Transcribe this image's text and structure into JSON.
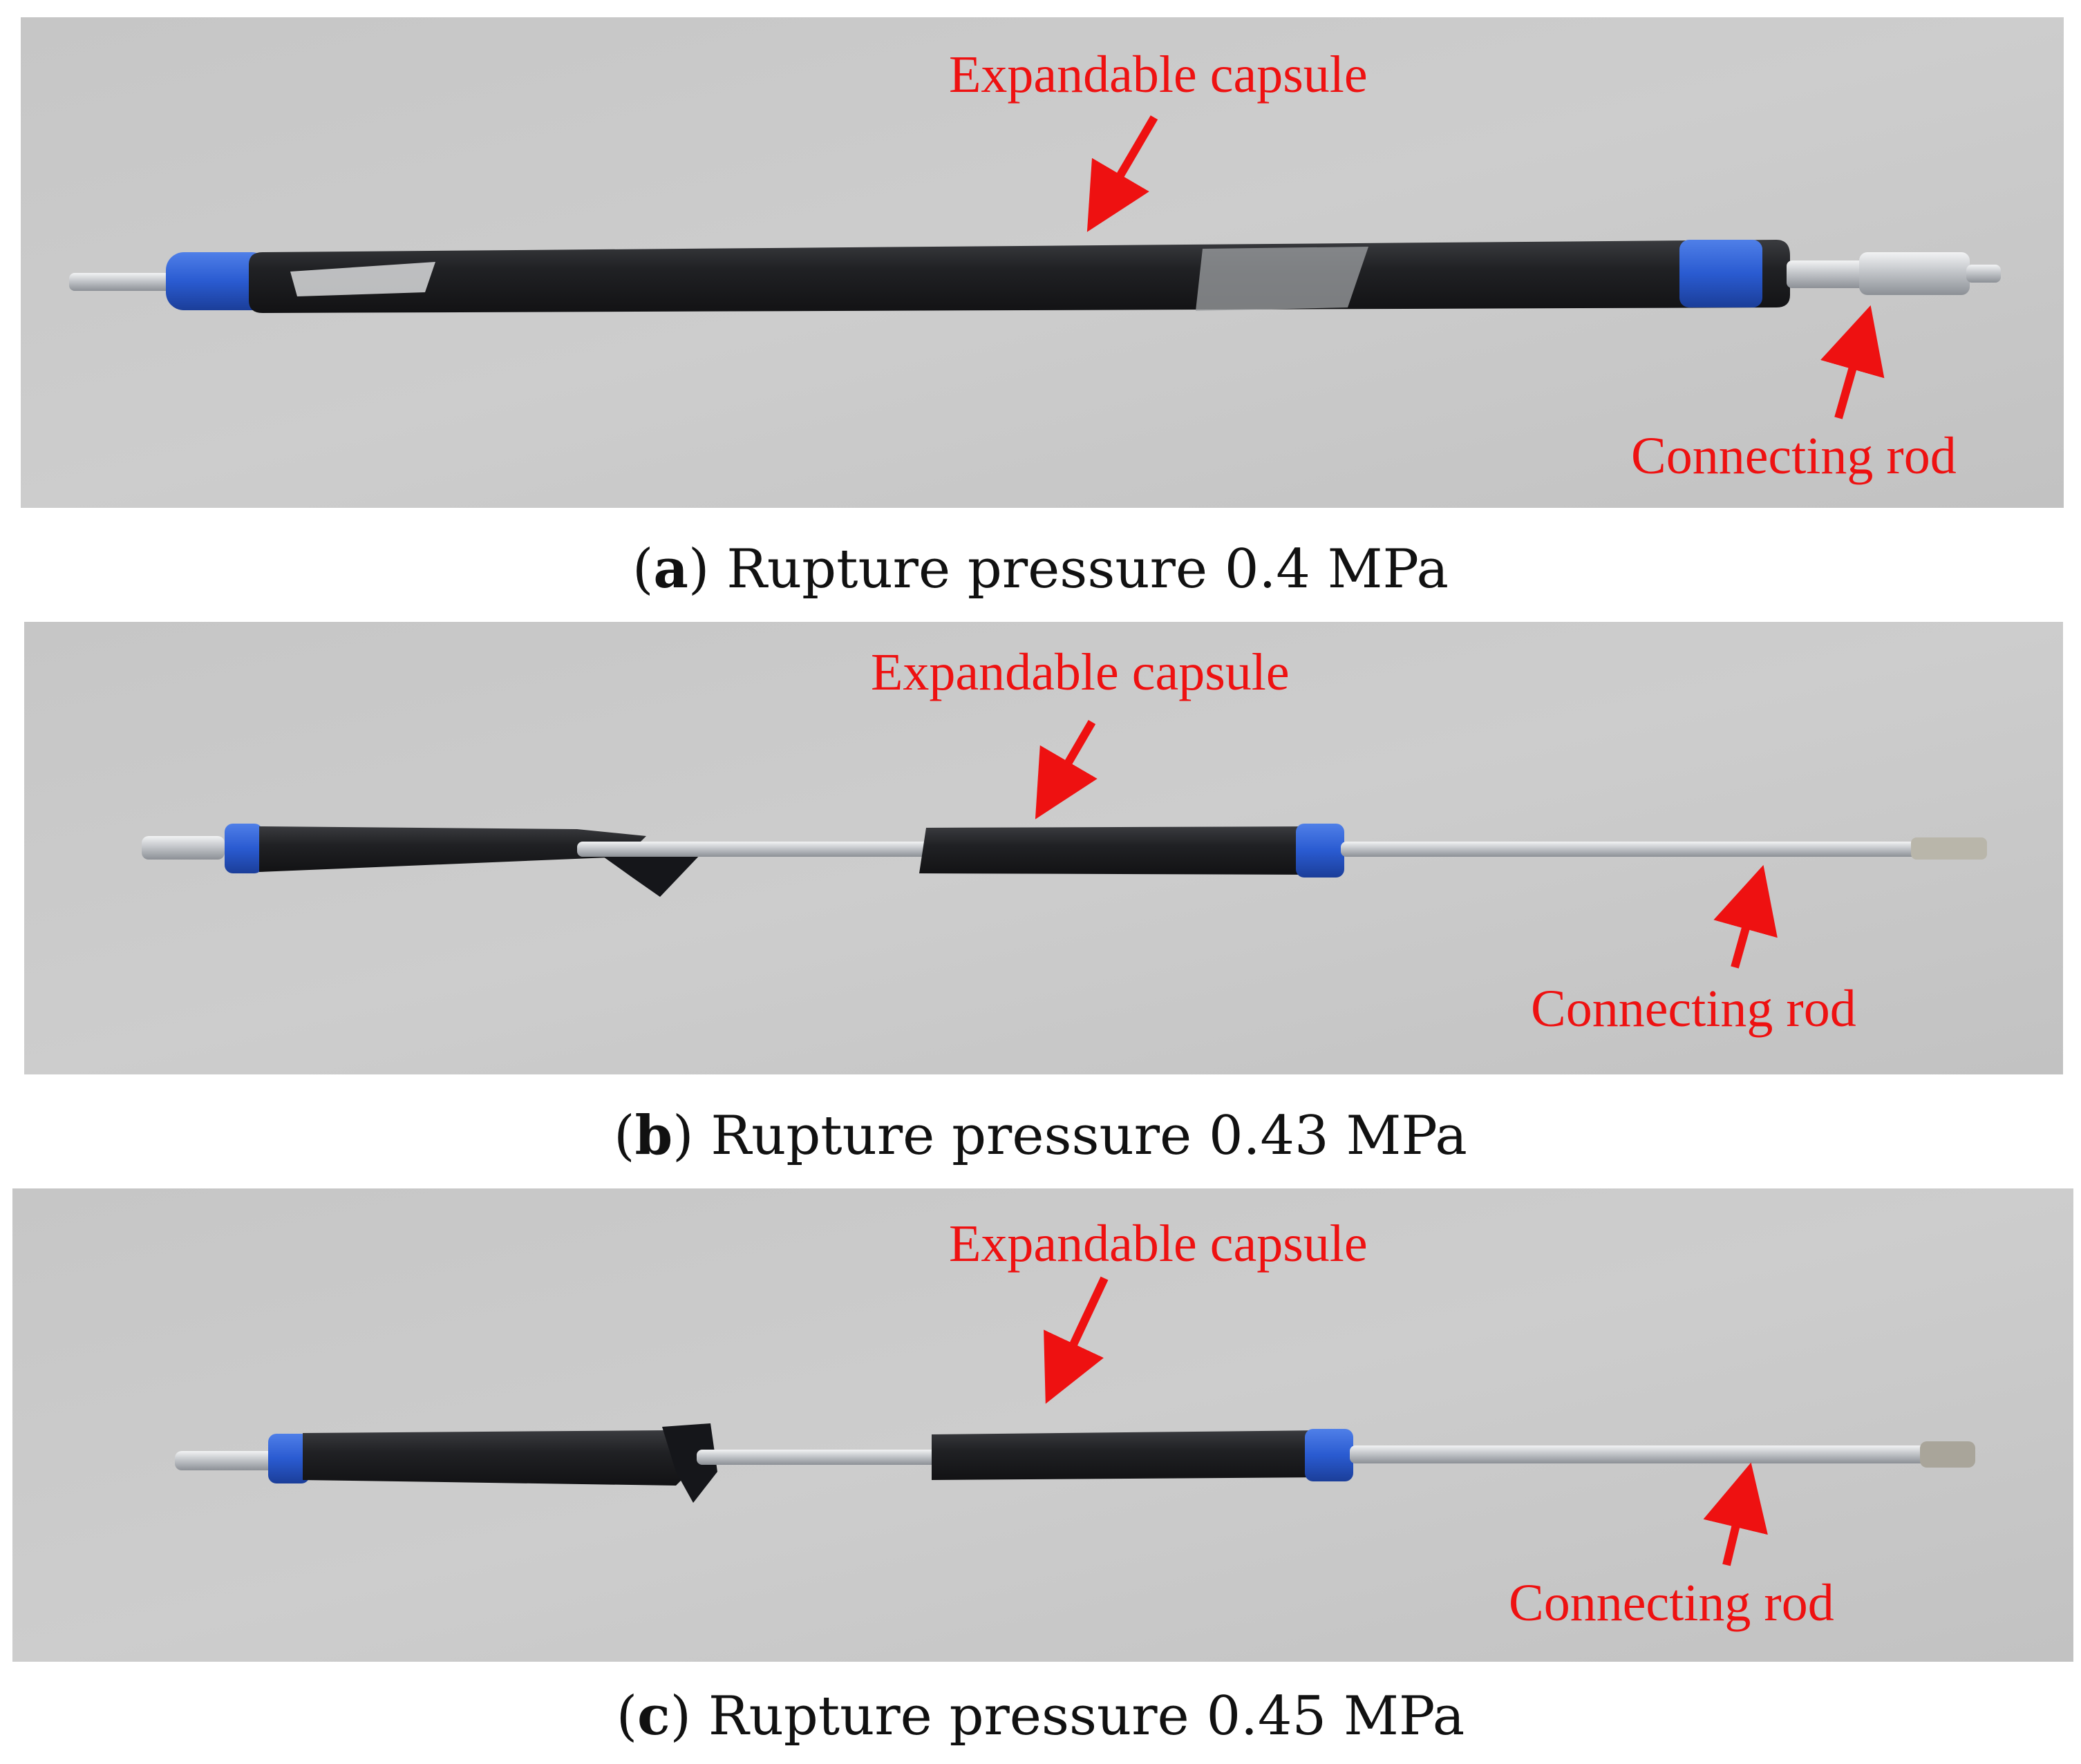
{
  "colors": {
    "background": "#c8c8c8",
    "label_red": "#ee1111",
    "capsule": "#1e1f22",
    "tape_blue": "#2a5bd1",
    "rod": "#c9ccd0"
  },
  "panels": [
    {
      "letter": "a",
      "caption_rest": "Rupture pressure 0.4 MPa",
      "label_capsule": "Expandable capsule",
      "label_rod": "Connecting rod"
    },
    {
      "letter": "b",
      "caption_rest": "Rupture pressure 0.43 MPa",
      "label_capsule": "Expandable capsule",
      "label_rod": "Connecting rod"
    },
    {
      "letter": "c",
      "caption_rest": "Rupture pressure 0.45 MPa",
      "label_capsule": "Expandable capsule",
      "label_rod": "Connecting rod"
    }
  ]
}
